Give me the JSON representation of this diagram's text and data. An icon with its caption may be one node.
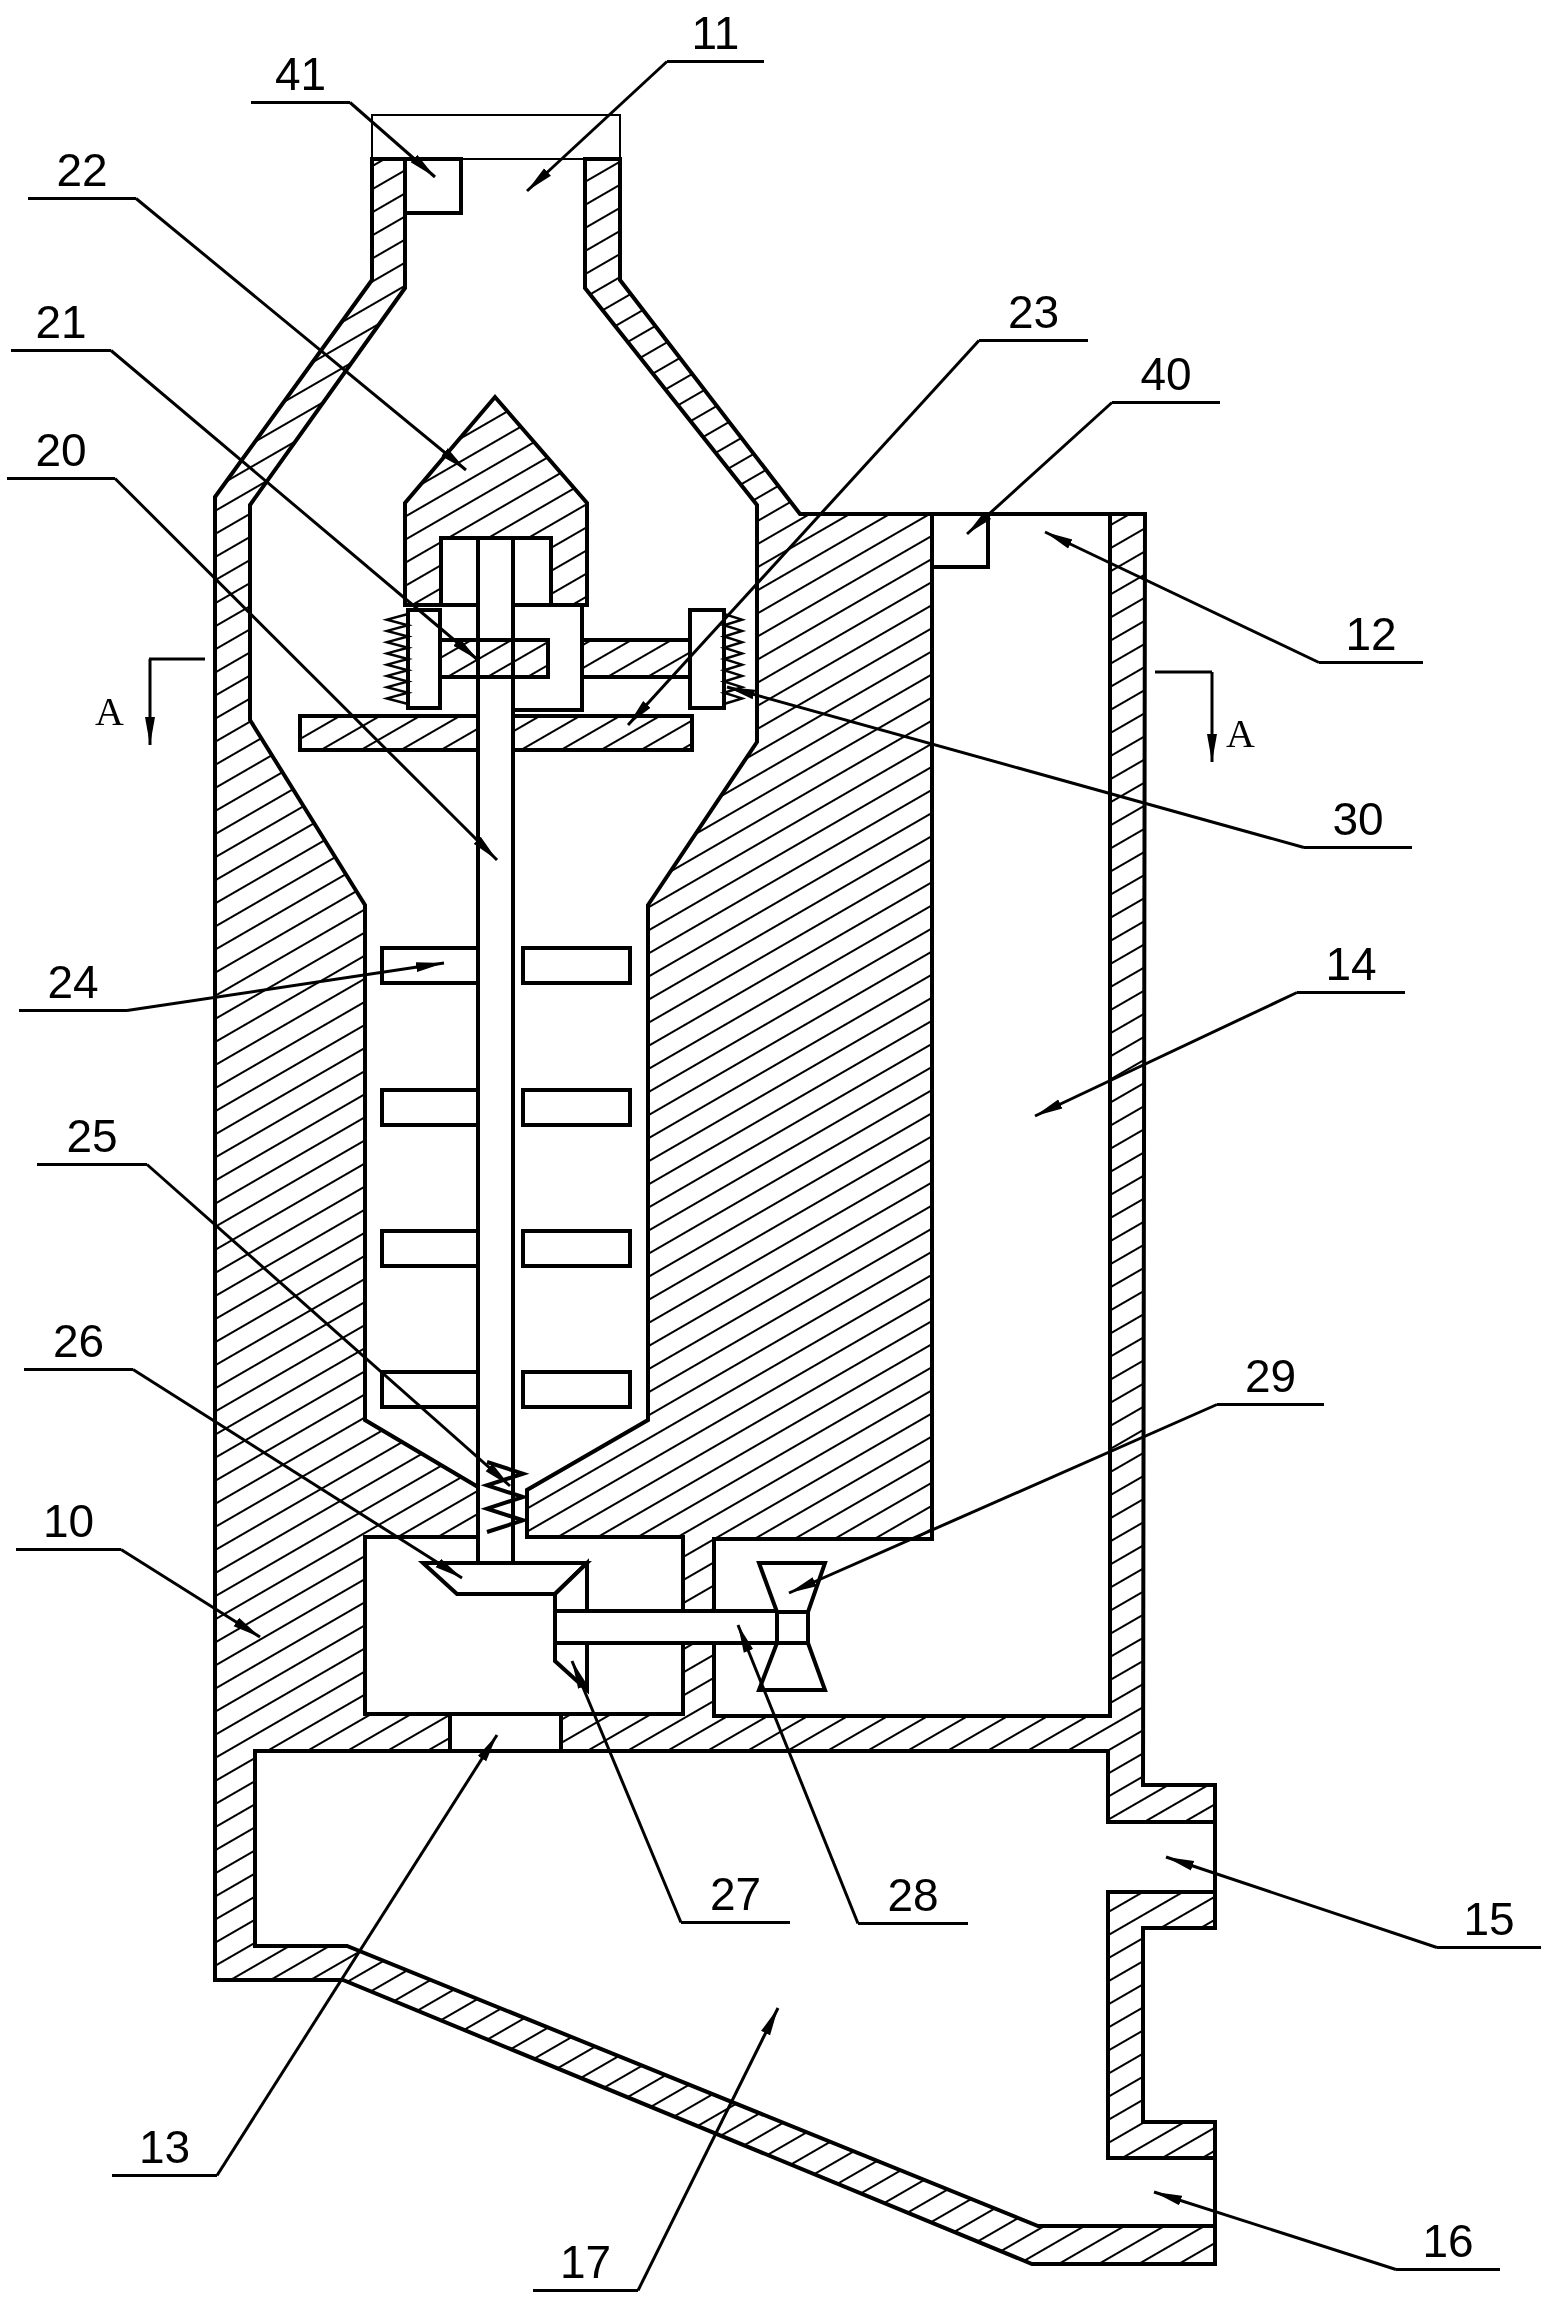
{
  "diagram": {
    "nodes": [
      {
        "text": [
          "11"
        ]
      },
      {
        "text": [
          "41"
        ]
      },
      {
        "text": [
          "22"
        ]
      },
      {
        "text": [
          "23"
        ]
      },
      {
        "text": [
          "21"
        ]
      },
      {
        "text": [
          "40"
        ]
      },
      {
        "text": [
          "20"
        ]
      },
      {
        "text": [
          "12"
        ]
      },
      {
        "text": [
          "30"
        ]
      },
      {
        "text": [
          "14"
        ]
      },
      {
        "text": [
          "24"
        ]
      },
      {
        "text": [
          "25"
        ]
      },
      {
        "text": [
          "26"
        ]
      },
      {
        "text": [
          "29"
        ]
      },
      {
        "text": [
          "10"
        ]
      },
      {
        "text": [
          "27"
        ]
      },
      {
        "text": [
          "28"
        ]
      },
      {
        "text": [
          "15"
        ]
      },
      {
        "text": [
          "13"
        ]
      },
      {
        "text": [
          "16"
        ]
      },
      {
        "text": [
          "17"
        ]
      }
    ],
    "edges": [
      {
        "from": 0,
        "to": null,
        "arrow": "to"
      },
      {
        "from": 1,
        "to": null,
        "arrow": "to"
      },
      {
        "from": 2,
        "to": null,
        "arrow": "to"
      },
      {
        "from": 3,
        "to": null,
        "arrow": "to"
      },
      {
        "from": 4,
        "to": null,
        "arrow": "to"
      },
      {
        "from": 5,
        "to": null,
        "arrow": "to"
      },
      {
        "from": 6,
        "to": null,
        "arrow": "to"
      },
      {
        "from": 7,
        "to": null,
        "arrow": "to"
      },
      {
        "from": 8,
        "to": null,
        "arrow": "to"
      },
      {
        "from": 9,
        "to": null,
        "arrow": "to"
      },
      {
        "from": 10,
        "to": null,
        "arrow": "to"
      },
      {
        "from": 11,
        "to": null,
        "arrow": "to"
      },
      {
        "from": 12,
        "to": null,
        "arrow": "to"
      },
      {
        "from": 13,
        "to": null,
        "arrow": "to"
      },
      {
        "from": 14,
        "to": null,
        "arrow": "to"
      },
      {
        "from": 15,
        "to": null,
        "arrow": "to"
      },
      {
        "from": 16,
        "to": null,
        "arrow": "to"
      },
      {
        "from": 17,
        "to": null,
        "arrow": "to"
      },
      {
        "from": 18,
        "to": null,
        "arrow": "to"
      },
      {
        "from": 19,
        "to": null,
        "arrow": "to"
      },
      {
        "from": 20,
        "to": null,
        "arrow": "to"
      }
    ],
    "labels": [
      "A",
      "A"
    ]
  }
}
